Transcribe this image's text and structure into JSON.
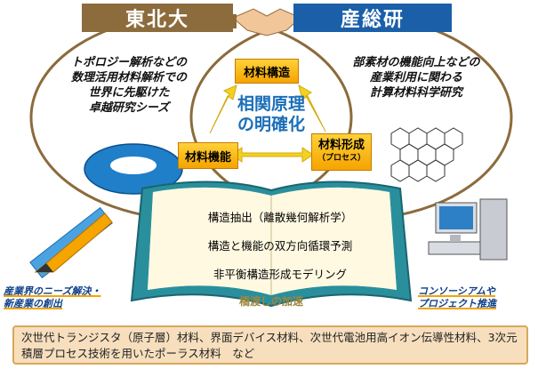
{
  "labels": {
    "tohoku": "東北大",
    "aist": "産総研"
  },
  "boxes": {
    "structure": "材料構造",
    "function": "材料機能",
    "formation": "材料形成",
    "formation_sub": "（プロセス）"
  },
  "center": {
    "line1": "相関原理",
    "line2": "の明確化"
  },
  "left_text": [
    "トポロジー解析などの",
    "数理活用材料解析での",
    "世界に先駆けた",
    "卓越研究シーズ"
  ],
  "right_text": [
    "部素材の機能向上などの",
    "産業利用に関わる",
    "計算材料科学研究"
  ],
  "book": {
    "items": [
      "構造抽出（離散幾何解析学）",
      "構造と機能の双方向循環予測",
      "非平衡構造形成モデリング"
    ],
    "bridge": "橋渡しの加速"
  },
  "captions": {
    "left": [
      "産業界のニーズ解決・",
      "新産業の創出"
    ],
    "right": [
      "コンソーシアムや",
      "プロジェクト推進"
    ]
  },
  "bottom": "次世代トランジスタ（原子層）材料、界面デバイス材料、次世代電池用高イオン伝導性材料、3次元積層プロセス技術を用いたポーラス材料　など",
  "colors": {
    "tohoku": "#8c6b3c",
    "aist": "#1a5fa8",
    "accent": "#f5a400",
    "teal": "#2a8f9c"
  }
}
